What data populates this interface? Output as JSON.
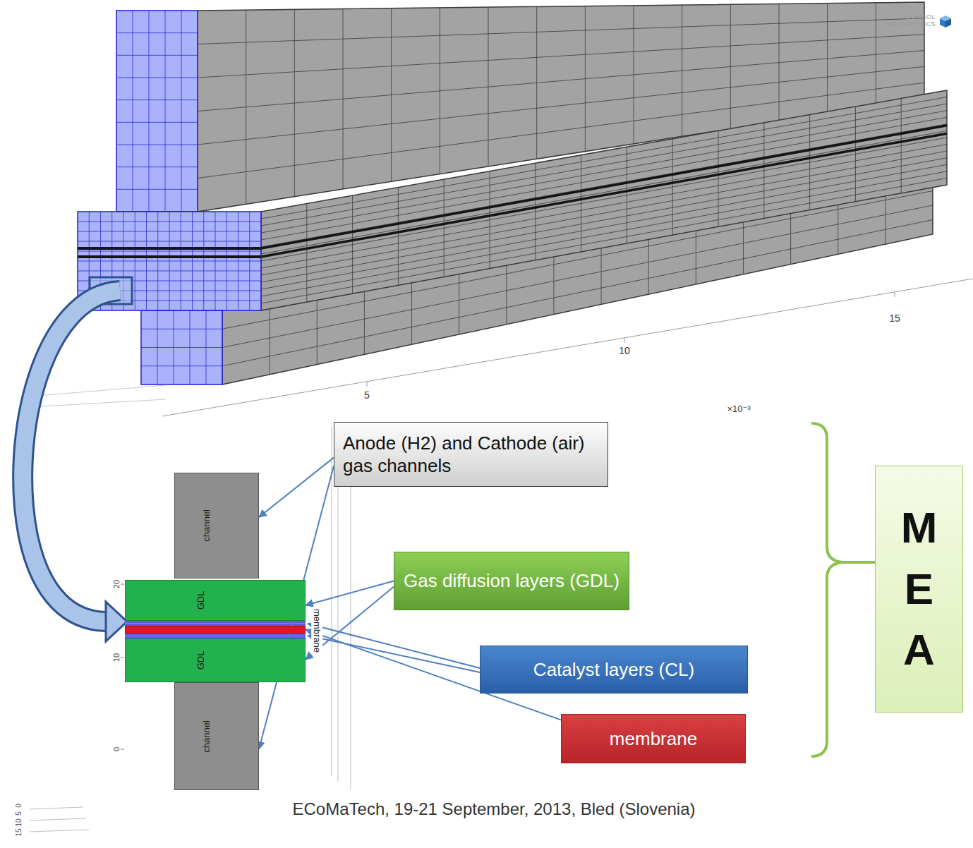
{
  "diagram": {
    "caption": "ECoMaTech, 19-21 September, 2013, Bled (Slovenia)",
    "nodes": [
      {
        "text": [
          "channel"
        ]
      },
      {
        "text": [
          "GDL"
        ]
      },
      {
        "text": [
          "membrane"
        ]
      },
      {
        "text": [
          "GDL"
        ]
      },
      {
        "text": [
          "channel"
        ]
      },
      {
        "text": [
          "Anode (H2) and Cathode (air) gas channels"
        ]
      },
      {
        "text": [
          "Gas diffusion layers (GDL)"
        ]
      },
      {
        "text": [
          "Catalyst layers (CL)"
        ]
      },
      {
        "text": [
          "membrane"
        ]
      },
      {
        "text": [
          "M E A"
        ]
      }
    ],
    "edges": [
      {
        "from": 5,
        "to": 0,
        "arrow": "to"
      },
      {
        "from": 5,
        "to": 4,
        "arrow": "to"
      },
      {
        "from": 6,
        "to": 1,
        "arrow": "to"
      },
      {
        "from": 6,
        "to": 3,
        "arrow": "to"
      },
      {
        "from": 8,
        "to": 2,
        "arrow": "to"
      }
    ],
    "labels": [
      "COMSOL MULTIPHYSICS",
      "5",
      "10",
      "15",
      "×10⁻³",
      "20",
      "10",
      "0",
      "15",
      "10",
      "5",
      "0"
    ]
  }
}
